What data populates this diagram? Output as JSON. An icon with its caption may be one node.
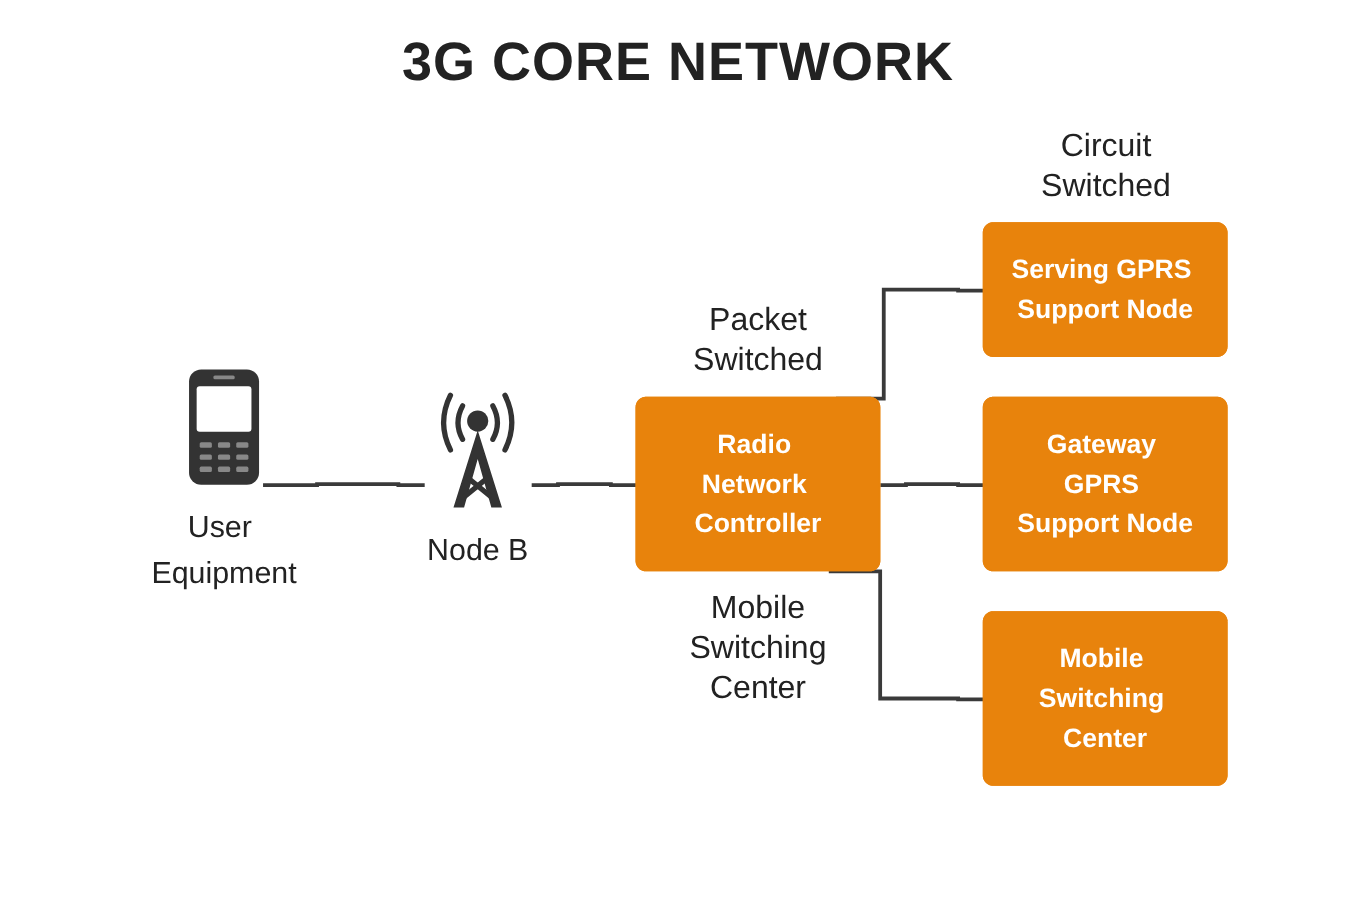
{
  "diagram": {
    "title": "3G CORE NETWORK",
    "nodes": [
      {
        "text": [
          "User Equipment"
        ]
      },
      {
        "text": [
          "Node B"
        ]
      },
      {
        "text": [
          "Radio Network Controller"
        ]
      },
      {
        "text": [
          "Serving GPRS Support Node"
        ]
      },
      {
        "text": [
          "Gateway GPRS Support Node"
        ]
      },
      {
        "text": [
          "Mobile Switching Center"
        ]
      }
    ],
    "edges": [
      {
        "from": 0,
        "to": 1,
        "arrow": "none"
      },
      {
        "from": 1,
        "to": 2,
        "arrow": "none"
      },
      {
        "from": 2,
        "to": 3,
        "arrow": "none"
      },
      {
        "from": 2,
        "to": 4,
        "arrow": "none"
      },
      {
        "from": 2,
        "to": 5,
        "arrow": "none"
      }
    ],
    "labels": [
      "Packet Switched",
      "Circuit Switched",
      "Mobile Switching Center"
    ]
  }
}
